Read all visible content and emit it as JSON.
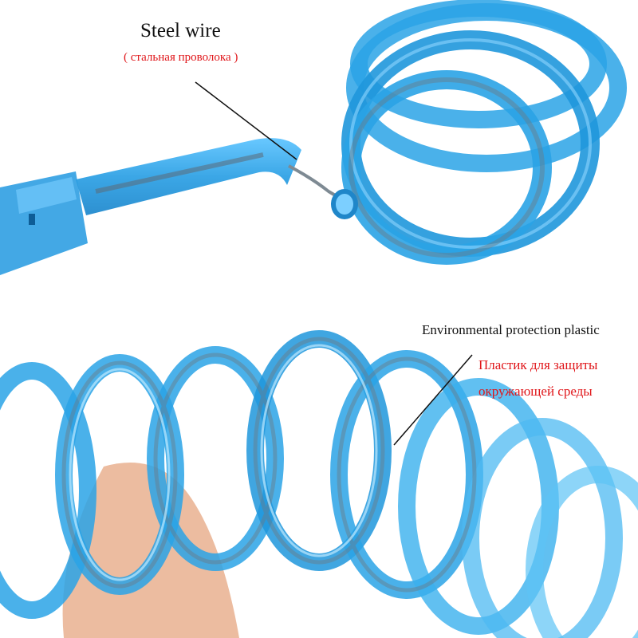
{
  "photo_top": {
    "caption_en": "Steel wire",
    "caption_ru": "( стальная проволока )"
  },
  "photo_bottom": {
    "caption_en": "Environmental protection plastic",
    "caption_ru_line1": "Пластик для защиты",
    "caption_ru_line2": "окружающей среды"
  },
  "colors": {
    "coil_blue": "#2aa3e6",
    "coil_light": "#8dd6ff",
    "wire_gray": "#6b7a86",
    "text_red": "#e0161a",
    "text_black": "#111111",
    "skin": "#e9b08f"
  }
}
